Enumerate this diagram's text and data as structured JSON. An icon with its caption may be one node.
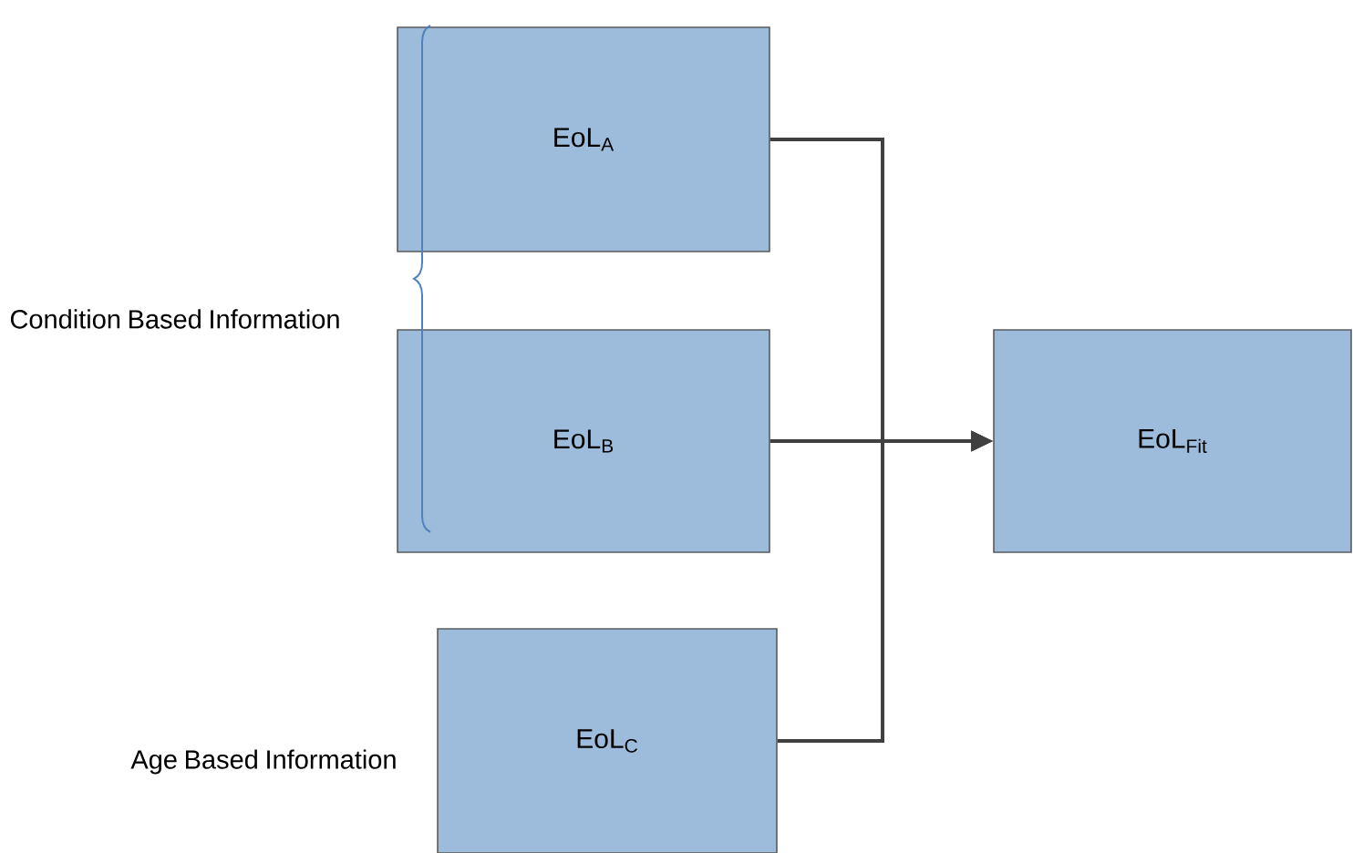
{
  "diagram": {
    "nodes": [
      {
        "text": [
          "EoL$_{A}$"
        ]
      },
      {
        "text": [
          "EoL$_{B}$"
        ]
      },
      {
        "text": [
          "EoL$_{C}$"
        ]
      },
      {
        "text": [
          "EoL$_{Fit}$"
        ]
      }
    ],
    "edges": [
      {
        "from": 0,
        "to": 3,
        "arrow": "to"
      },
      {
        "from": 1,
        "to": 3,
        "arrow": "to"
      },
      {
        "from": 2,
        "to": 3,
        "arrow": "to"
      }
    ],
    "labels": [
      "Condition Based Information",
      "Age Based Information"
    ]
  }
}
